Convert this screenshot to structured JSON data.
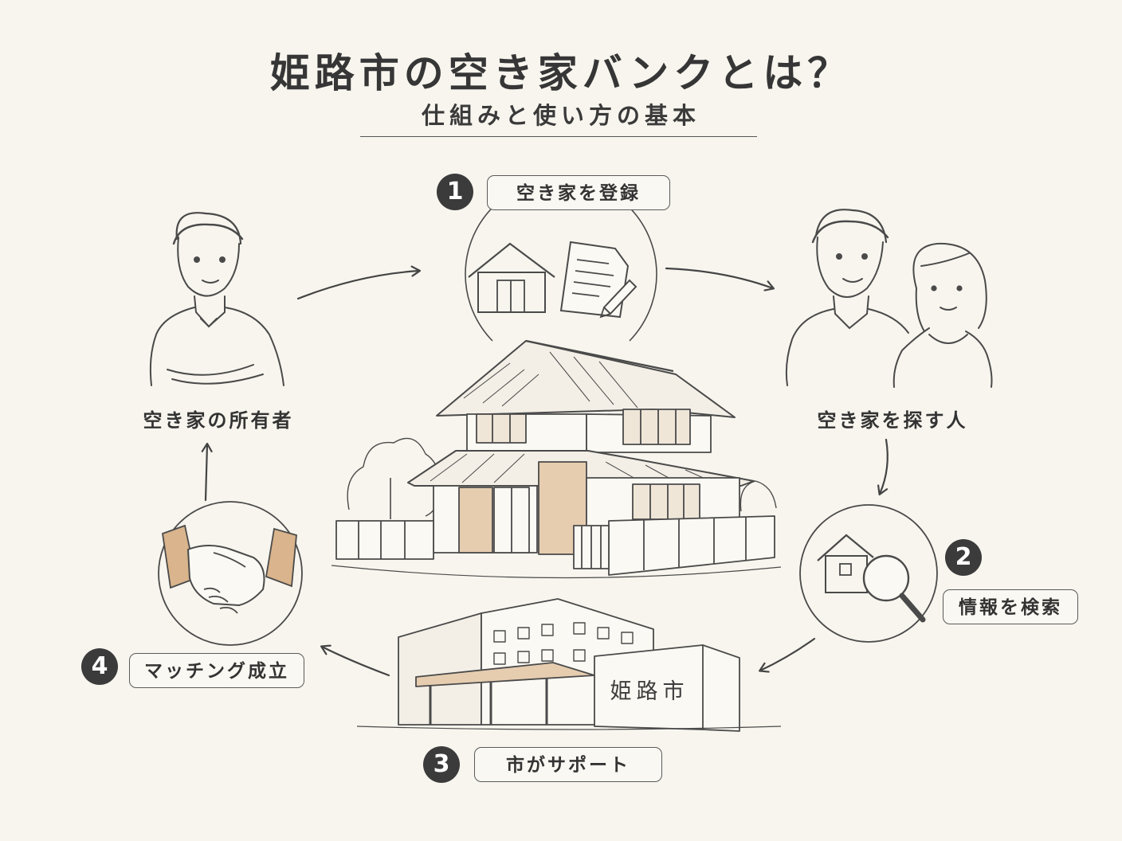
{
  "header": {
    "title": "姫路市の空き家バンクとは？",
    "subtitle": "仕組みと使い方の基本"
  },
  "actors": {
    "owner": "空き家の所有者",
    "seeker": "空き家を探す人"
  },
  "steps": [
    {
      "number": "1",
      "label": "空き家を登録"
    },
    {
      "number": "2",
      "label": "情報を検索"
    },
    {
      "number": "3",
      "label": "市がサポート"
    },
    {
      "number": "4",
      "label": "マッチング成立"
    }
  ],
  "city_building": {
    "sign": "姫路市"
  },
  "colors": {
    "background": "#f8f5ee",
    "ink": "#333333",
    "wood_accent": "#d9b48c"
  }
}
